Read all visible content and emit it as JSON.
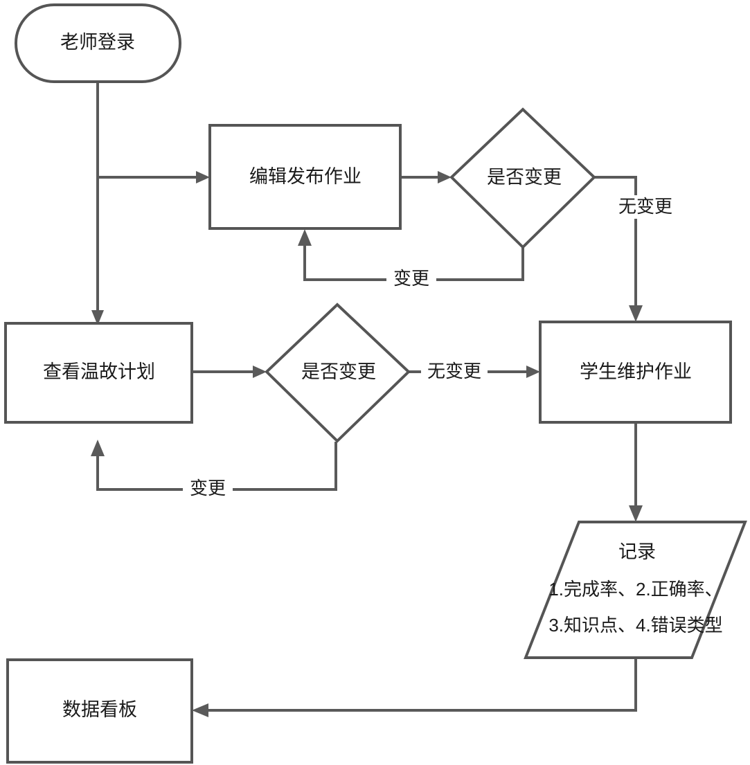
{
  "diagram": {
    "type": "flowchart",
    "title": "",
    "background_color": "#ffffff",
    "stroke_color": "#555555",
    "text_color": "#1a1a1a",
    "nodes": [
      {
        "id": "teacher-login",
        "shape": "rounded-rectangle",
        "label": "老师登录"
      },
      {
        "id": "edit-publish-homework",
        "shape": "rectangle",
        "label": "编辑发布作业"
      },
      {
        "id": "decision-change-top",
        "shape": "diamond",
        "label": "是否变更"
      },
      {
        "id": "view-review-plan",
        "shape": "rectangle",
        "label": "查看温故计划"
      },
      {
        "id": "decision-change-middle",
        "shape": "diamond",
        "label": "是否变更"
      },
      {
        "id": "student-maintains-homework",
        "shape": "rectangle",
        "label": "学生维护作业"
      },
      {
        "id": "record",
        "shape": "parallelogram",
        "label_line1": "记录",
        "label_line2": "1.完成率、2.正确率、",
        "label_line3": "3.知识点、4.错误类型"
      },
      {
        "id": "data-dashboard",
        "shape": "rectangle",
        "label": "数据看板"
      }
    ],
    "edge_labels": {
      "no_change_top": "无变更",
      "change_top": "变更",
      "no_change_middle": "无变更",
      "change_middle": "变更"
    }
  }
}
